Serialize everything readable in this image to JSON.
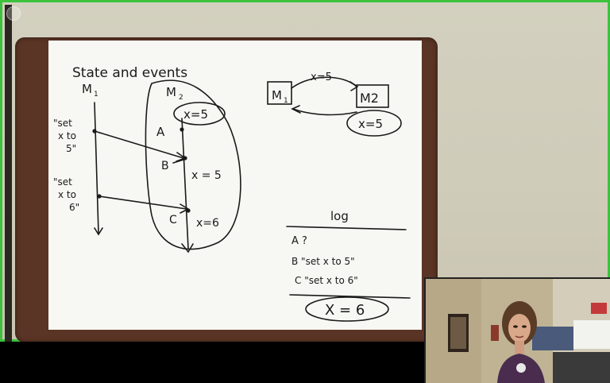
{
  "whiteboard": {
    "title": "State and events",
    "left_diagram": {
      "machine_1_label": "M",
      "machine_1_sub": "1",
      "machine_2_label": "M",
      "machine_2_sub": "2",
      "state_bubble": "x=5",
      "event_1_line1": "\"set",
      "event_1_line2": "x to",
      "event_1_line3": "5\"",
      "event_2_line1": "\"set",
      "event_2_line2": "x to",
      "event_2_line3": "6\"",
      "point_a": "A",
      "point_b": "B",
      "point_c": "C",
      "state_after_b": "x = 5",
      "state_after_c": "x=6"
    },
    "right_diagram": {
      "box_m1": "M",
      "box_m1_sub": "1",
      "box_m2": "M2",
      "arrow_label": "x=5",
      "m2_state": "x=5"
    },
    "log": {
      "heading": "log",
      "entry_a": "A  ?",
      "entry_b": "B  \"set  x  to  5\"",
      "entry_c": "C  \"set  x  to  6\"",
      "result": "X = 6"
    }
  },
  "webcam": {
    "subject": "presenter"
  },
  "colors": {
    "frame_border": "#3cc23c",
    "board_frame": "#5a3424",
    "board": "#f7f7f3",
    "ink": "#1a1a1a"
  }
}
